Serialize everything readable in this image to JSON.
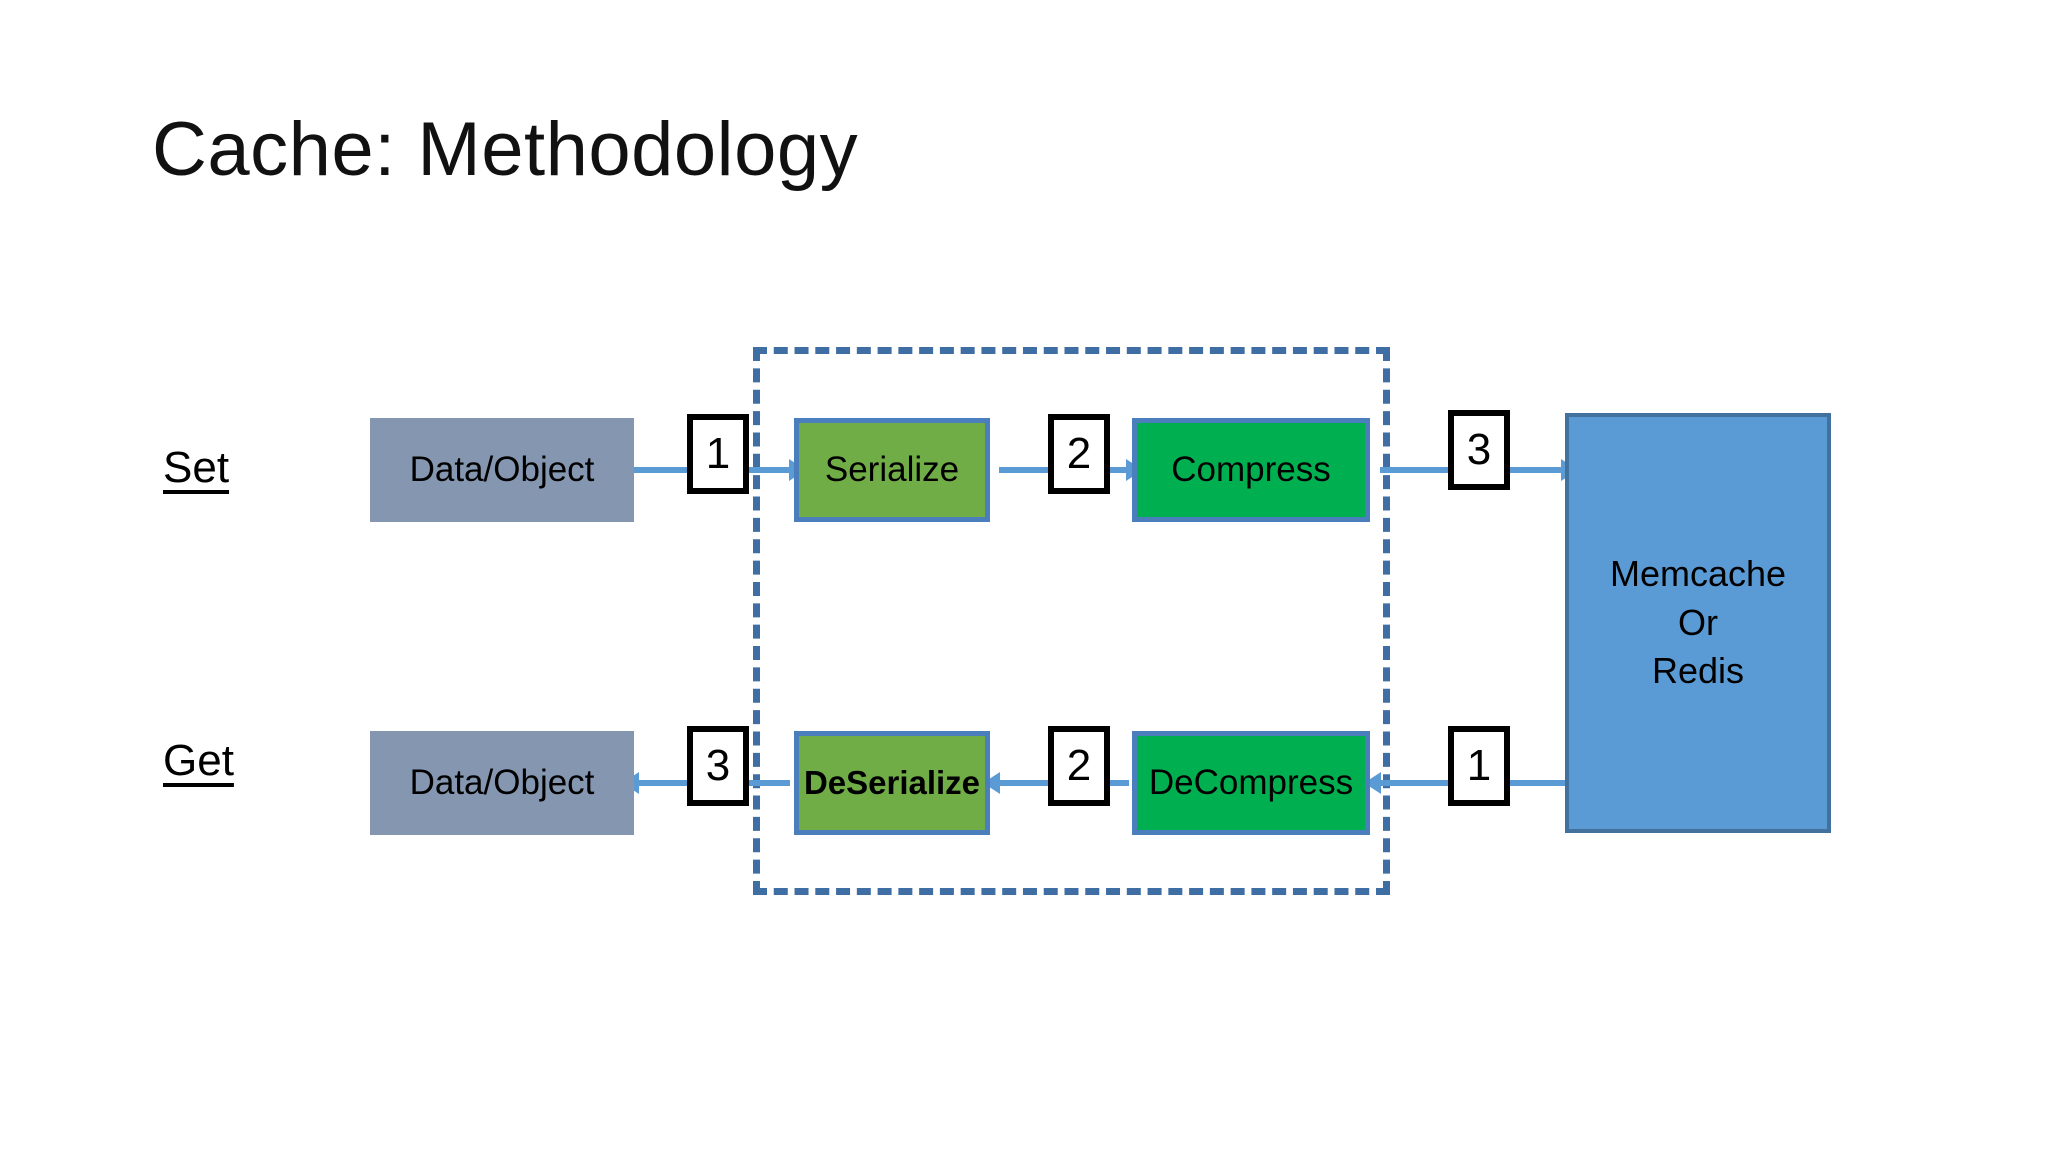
{
  "slide": {
    "title": "Cache: Methodology",
    "background_color": "#FFFFFF"
  },
  "colors": {
    "data_object_box": "#8496B0",
    "serialize_box": "#70AD47",
    "compress_box": "#00B050",
    "store_box": "#5B9BD5",
    "store_box_border": "#41719C",
    "process_box_border": "#4A7EBC",
    "arrow": "#5B9BD5",
    "dashed_boundary": "#3F6EA5",
    "step_marker_border": "#000000",
    "step_marker_fill": "#FFFFFF",
    "text": "#000000"
  },
  "rows": {
    "set": {
      "label": "Set",
      "source_box": "Data/Object",
      "steps": [
        "1",
        "2",
        "3"
      ],
      "process_boxes": [
        "Serialize",
        "Compress"
      ],
      "direction": "left-to-right"
    },
    "get": {
      "label": "Get",
      "target_box": "Data/Object",
      "steps": [
        "3",
        "2",
        "1"
      ],
      "process_boxes": [
        "DeSerialize",
        "DeCompress"
      ],
      "direction": "right-to-left"
    }
  },
  "store": {
    "line1": "Memcache",
    "line2": "Or",
    "line3": "Redis"
  },
  "boundary": {
    "style": "dashed",
    "encloses": [
      "Serialize",
      "Compress",
      "DeSerialize",
      "DeCompress"
    ]
  }
}
